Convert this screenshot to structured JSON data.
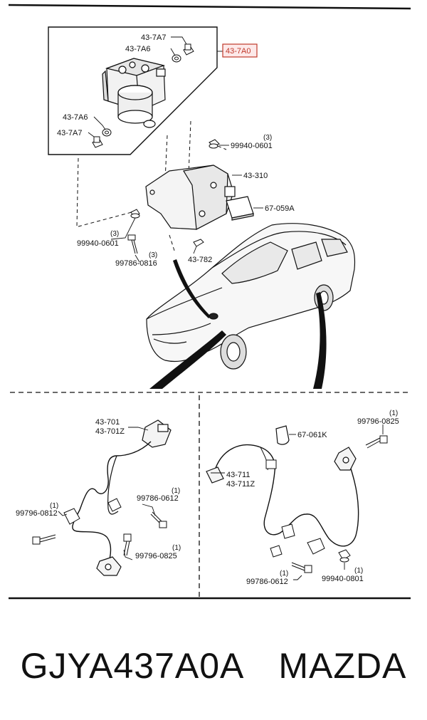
{
  "highlight_color": "#c0392b",
  "abs_unit": {
    "labels": {
      "nut_top": "43-7A7",
      "seal_top": "43-7A6",
      "assembly": "43-7A0",
      "seal_left": "43-7A6",
      "nut_left": "43-7A7",
      "nut_right": "99940-0601",
      "nut_right_qty": "(3)",
      "bracket": "43-310",
      "pad": "67-059A",
      "nut_lower": "99940-0601",
      "nut_lower_qty": "(3)",
      "bolt": "99786-0816",
      "bolt_qty": "(3)",
      "clip": "43-782"
    }
  },
  "front_sensor": {
    "labels": {
      "sensor": "43-701",
      "sensor_alt": "43-701Z",
      "bolt_a": "99786-0612",
      "bolt_a_qty": "(1)",
      "bolt_b": "99796-0812",
      "bolt_b_qty": "(1)",
      "bolt_c": "99796-0825",
      "bolt_c_qty": "(1)"
    }
  },
  "rear_sensor": {
    "labels": {
      "bolt_top": "99796-0825",
      "bolt_top_qty": "(1)",
      "pad": "67-061K",
      "sensor": "43-711",
      "sensor_alt": "43-711Z",
      "bolt_bottom": "99786-0612",
      "bolt_bottom_qty": "(1)",
      "nut_bottom": "99940-0801",
      "nut_bottom_qty": "(1)"
    }
  },
  "caption": {
    "part_number": "GJYA437A0A",
    "brand": "MAZDA"
  }
}
